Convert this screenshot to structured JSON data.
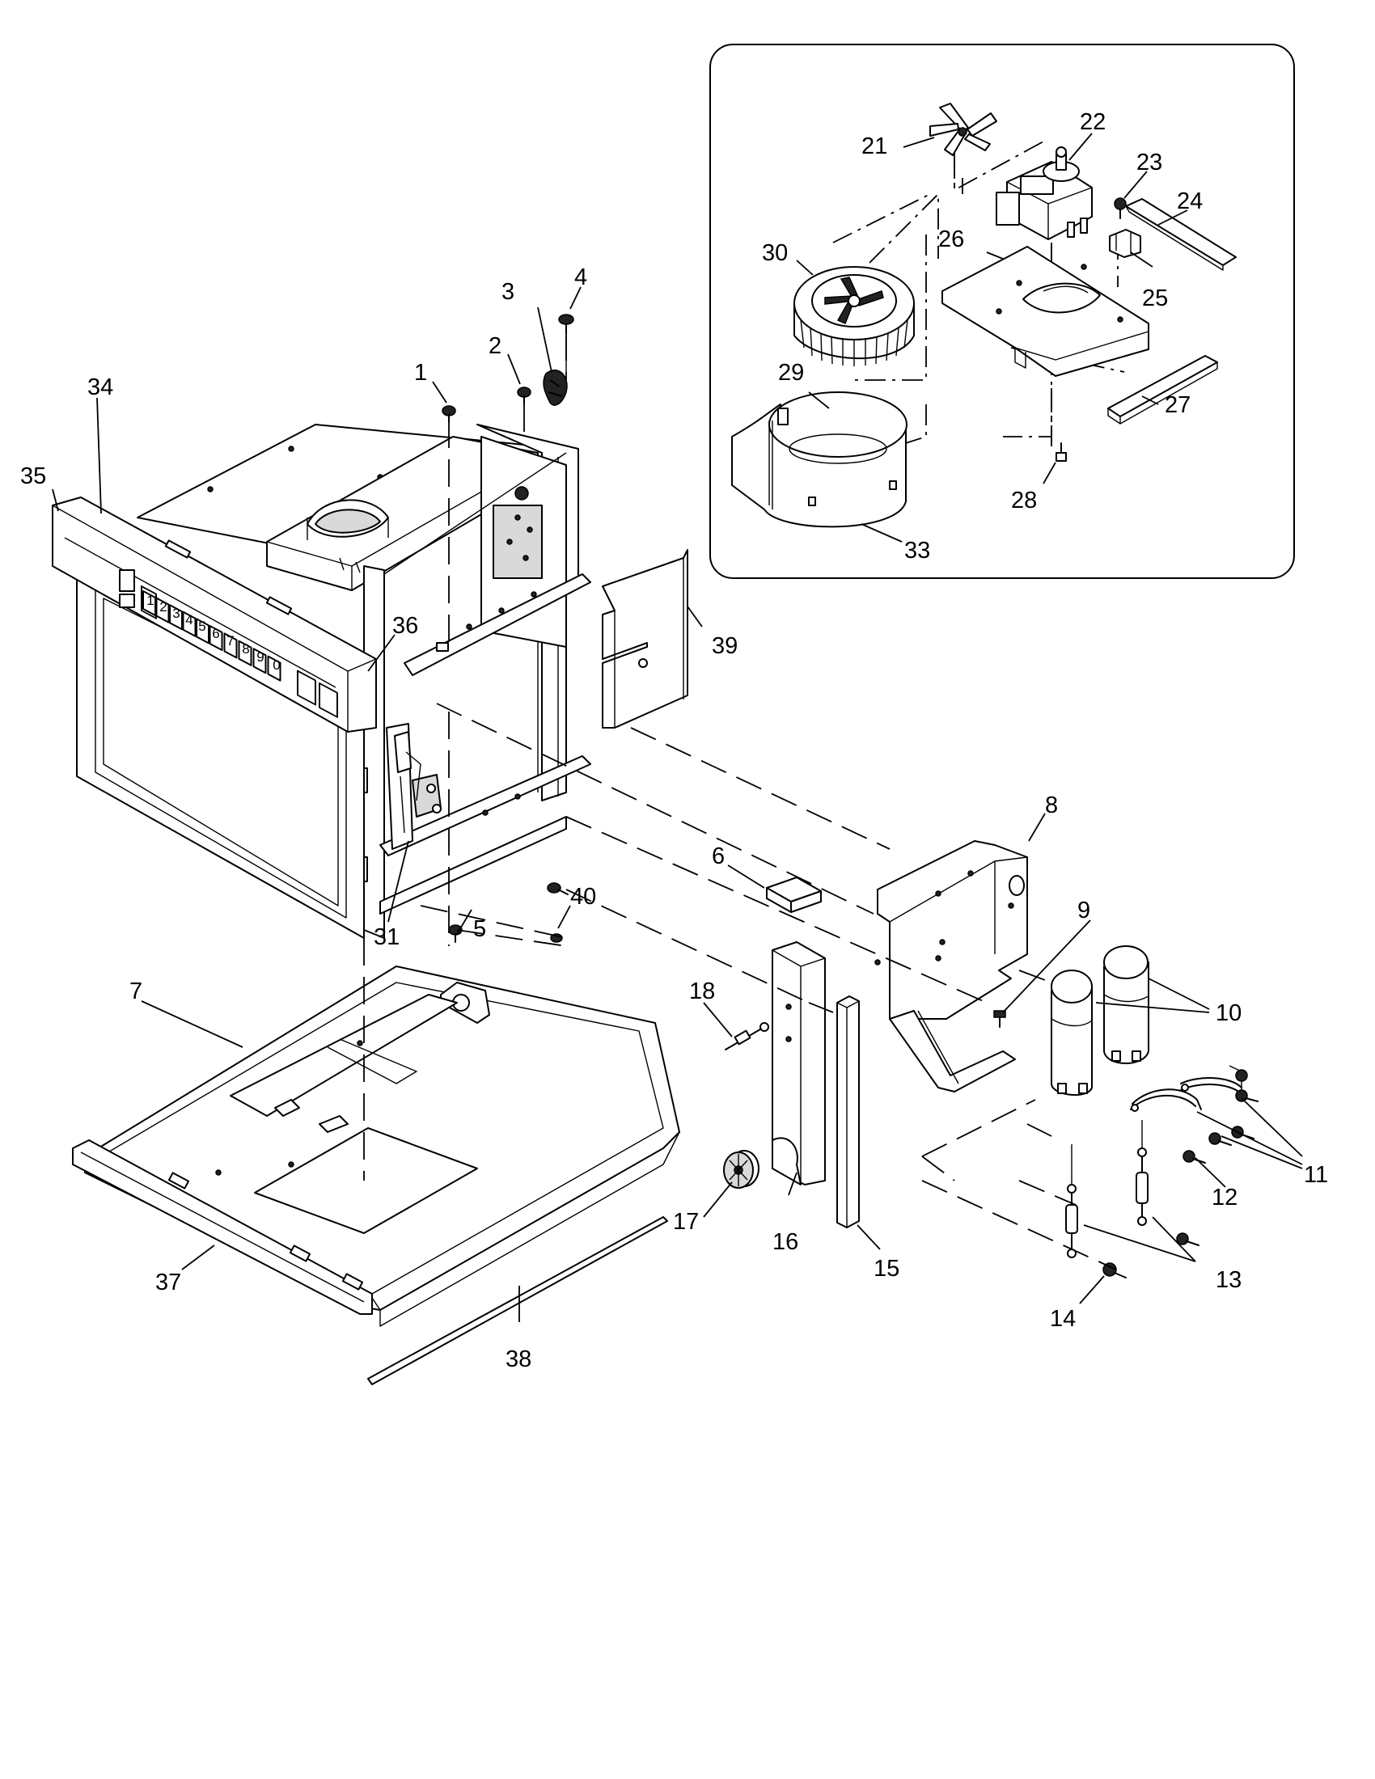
{
  "diagram": {
    "inset_callouts": [
      "21",
      "22",
      "23",
      "24",
      "25",
      "26",
      "27",
      "28",
      "29",
      "30",
      "33"
    ],
    "main_callouts": [
      "1",
      "2",
      "3",
      "4",
      "5",
      "6",
      "7",
      "8",
      "9",
      "10",
      "11",
      "12",
      "13",
      "14",
      "15",
      "16",
      "17",
      "18",
      "31",
      "34",
      "35",
      "36",
      "37",
      "38",
      "39",
      "40"
    ],
    "keypad_keys": [
      "1",
      "2",
      "3",
      "4",
      "5",
      "6",
      "7",
      "8",
      "9",
      "0"
    ],
    "callouts": {
      "c1": "1",
      "c2": "2",
      "c3": "3",
      "c4": "4",
      "c5": "5",
      "c6": "6",
      "c7": "7",
      "c8": "8",
      "c9": "9",
      "c10": "10",
      "c11": "11",
      "c12": "12",
      "c13": "13",
      "c14": "14",
      "c15": "15",
      "c16": "16",
      "c17": "17",
      "c18": "18",
      "c21": "21",
      "c22": "22",
      "c23": "23",
      "c24": "24",
      "c25": "25",
      "c26": "26",
      "c27": "27",
      "c28": "28",
      "c29": "29",
      "c30": "30",
      "c31": "31",
      "c33": "33",
      "c34": "34",
      "c35": "35",
      "c36": "36",
      "c37": "37",
      "c38": "38",
      "c39": "39",
      "c40": "40"
    },
    "keys": {
      "k1": "1",
      "k2": "2",
      "k3": "3",
      "k4": "4",
      "k5": "5",
      "k6": "6",
      "k7": "7",
      "k8": "8",
      "k9": "9",
      "k0": "0"
    }
  }
}
